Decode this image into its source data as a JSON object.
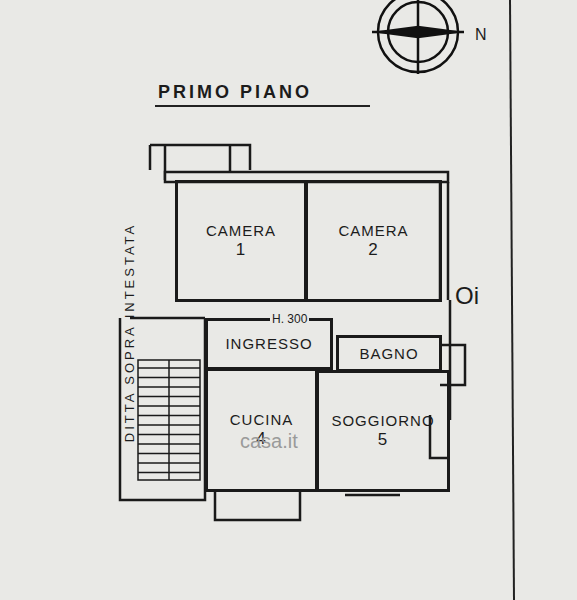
{
  "diagram": {
    "title": "PRIMO PIANO",
    "nodes": [
      {
        "text": [
          "CAMERA",
          "1"
        ]
      },
      {
        "text": [
          "CAMERA",
          "2"
        ]
      },
      {
        "text": [
          "INGRESSO"
        ]
      },
      {
        "text": [
          "BAGNO"
        ]
      },
      {
        "text": [
          "CUCINA",
          "4"
        ]
      },
      {
        "text": [
          "SOGGIORNO",
          "5"
        ]
      }
    ],
    "labels": [
      "N",
      "H. 300",
      "DITTA SOPRA INTESTATA",
      "Oi",
      "casa.it"
    ]
  }
}
